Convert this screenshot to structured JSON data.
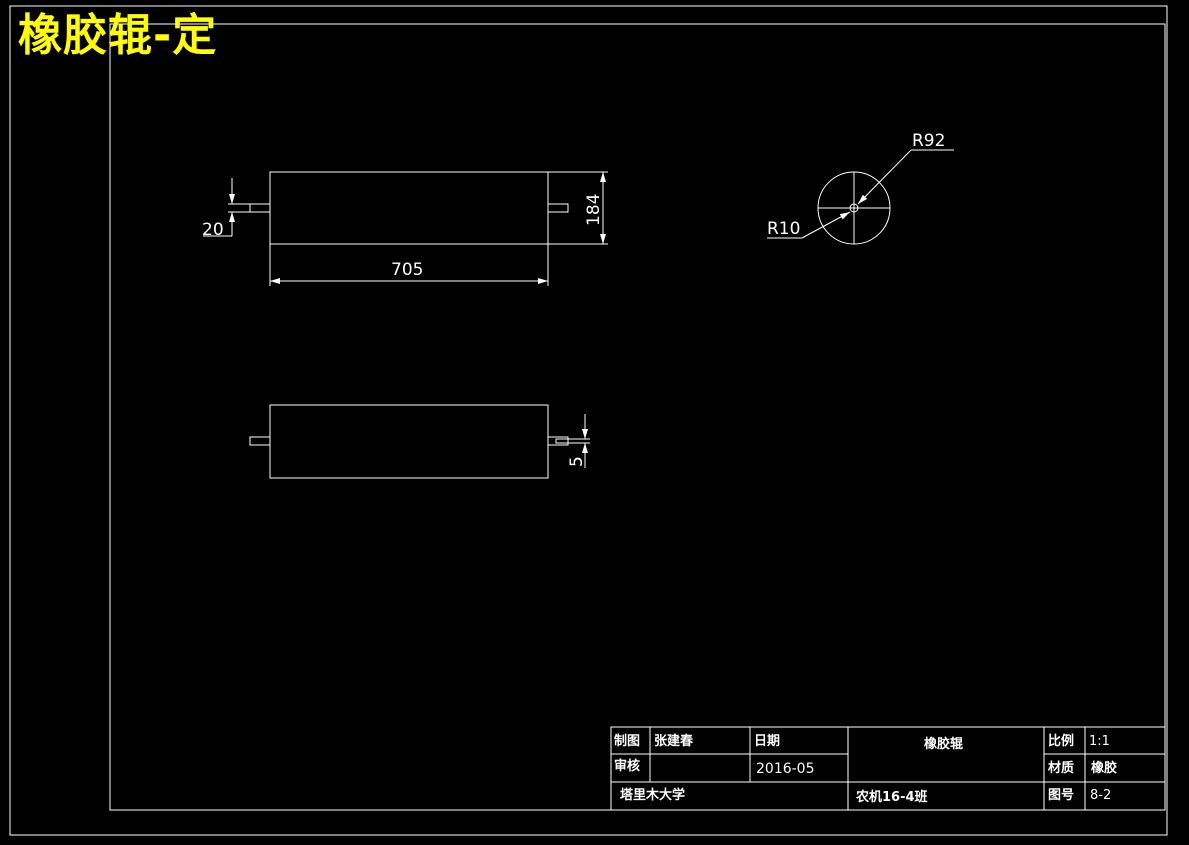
{
  "header": {
    "title": "橡胶辊-定"
  },
  "colors": {
    "background": "#000000",
    "line": "#ffffff",
    "title": "#ffff00"
  },
  "dimensions": {
    "shaft_diameter": "20",
    "roller_diameter": "184",
    "roller_length": "705",
    "keyway_width": "5",
    "outer_radius": "R92",
    "inner_radius": "R10"
  },
  "title_block": {
    "drawn_label": "制图",
    "drawn_by": "张建春",
    "date_label": "日期",
    "date_value": "2016-05",
    "reviewed_label": "审核",
    "reviewed_by": "",
    "part_name": "橡胶辊",
    "scale_label": "比例",
    "scale_value": "1:1",
    "material_label": "材质",
    "material_value": "橡胶",
    "school": "塔里木大学",
    "class_name": "农机16-4班",
    "drawing_no_label": "图号",
    "drawing_no_value": "8-2"
  }
}
